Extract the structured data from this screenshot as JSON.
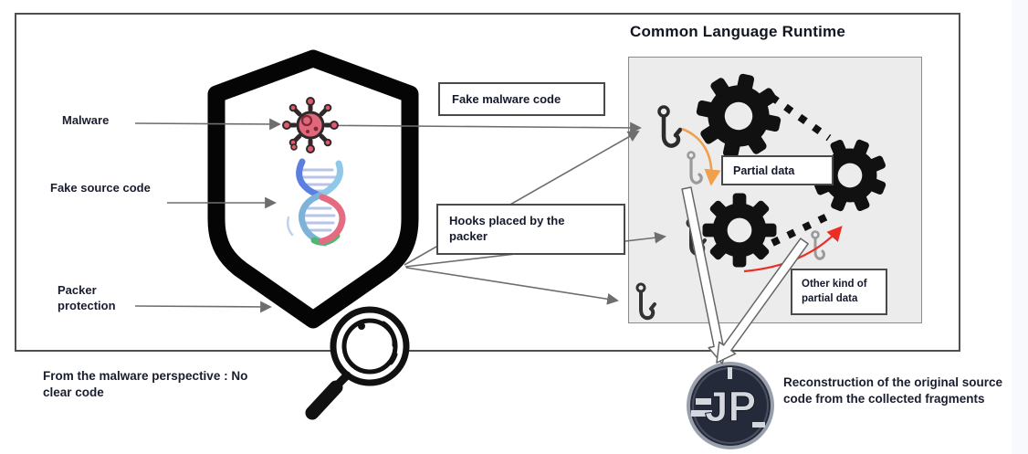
{
  "title": "Common Language Runtime",
  "labels": {
    "malware": "Malware",
    "fake_source": "Fake source code",
    "packer_protection": "Packer protection",
    "perspective_note": "From the malware perspective : No clear code",
    "reconstruction_note": "Reconstruction of the original source code from the collected fragments"
  },
  "callouts": {
    "fake_malware_code": "Fake malware code",
    "hooks_placed": "Hooks placed by the packer",
    "partial_data": "Partial data",
    "other_partial_data": "Other kind of partial data"
  },
  "logo": {
    "text": "JP"
  },
  "icons": {
    "shield": "shield-outline-icon",
    "virus": "virus-icon",
    "dna": "dna-helix-icon",
    "hook": "fishing-hook-icon",
    "gear": "gear-icon",
    "magnifier": "magnifying-glass-icon",
    "logo": "jp-logo"
  },
  "colors": {
    "hook_flow_orange": "#f0a04b",
    "reconstruct_flow_red": "#ee2c24",
    "virus_red": "#dd5b6b",
    "logo_navy": "#252a3a",
    "runtime_box_gray": "#ececec",
    "connector_gray": "#6e6e6e",
    "ink_black": "#111111"
  }
}
